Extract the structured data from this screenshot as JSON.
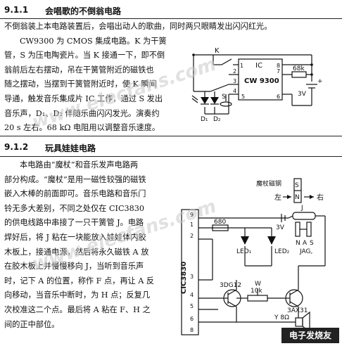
{
  "section1": {
    "number": "9.1.1",
    "title": "会唱歌的不倒翁电路",
    "lines": [
      "不倒翁装上本电路装置后，会唱出动人的歌曲，同时两只眼睛发出闪闪红光。",
      "CW9300 为 CMOS 集成电路。K 为干簧",
      "管，S 为压电陶瓷片。当 K 接通一下，即不倒",
      "翁前后左右摆动，吊在干簧管附近的磁铁也",
      "随之摆动，当摆到干簧管附近时，使 K 瞬间",
      "导通，触发音乐集成片 IC 工作，通过 S 发出",
      "音乐声，D₁、D₂ 伴随乐曲闪闪发光。演奏约",
      "20 s 左右。68 kΩ 电阻用以调整音乐速度。"
    ],
    "circuit": {
      "switch": "K",
      "ic_label": "IC",
      "ic_name": "CW 9300",
      "pins": [
        "1",
        "2",
        "3",
        "4",
        "5",
        "6",
        "7",
        "8"
      ],
      "resistor": "68k",
      "battery": "3V",
      "plus": "+",
      "piezo": "S",
      "led1": "D₁",
      "led2": "D₂"
    }
  },
  "section2": {
    "number": "9.1.2",
    "title": "玩具娃娃电路",
    "lines": [
      "本电路由“魔杖”和音乐发声电路两",
      "部分构成。“魔杖”是用一磁性较强的磁铁",
      "嵌入木棒的前面即可。音乐电路和音乐门",
      "铃无多大差别，不同之处仅在 CIC3830",
      "的供电线路中串接了一只干簧管 J。电路",
      "焊好后，将 J 粘在一块能放入娃娃体内胶",
      "木板上，接通电源，然后将永久磁铁 A 放",
      "在胶木板上并慢慢移向 J，当听到音乐声",
      "时，记下 A 的位置，称作 F 点，再让 A 反",
      "向移动，当音乐中断时，为 H 点；反复几",
      "次校准这二个点。最后将 A 粘在 F、H 之",
      "间的正中部位。"
    ],
    "circuit": {
      "magnet_caption": "魔杖磁钢",
      "pole_s": "S",
      "pole_n": "N",
      "left": "左",
      "right": "右",
      "chip": "CIC3830",
      "pins": [
        "9",
        "1",
        "2",
        "3",
        "4",
        "5",
        "6",
        "8"
      ],
      "resistor": "680",
      "led1": "LED₁",
      "led2": "LED₂",
      "battery": "3V",
      "reed": "J",
      "magnet_n": "N",
      "magnet_a": "A",
      "magnet_s": "S",
      "jag": "JAG,",
      "transistor1": "3DG12",
      "resistor2": "W",
      "resistor2_value": "10k",
      "transistor2": "3AX31",
      "speaker": "Y 8Ω"
    }
  },
  "watermark": "www.elecfans.com",
  "logo": "电子发烧友"
}
